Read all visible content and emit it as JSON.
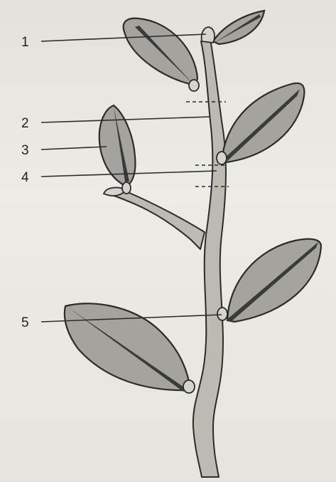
{
  "labels": {
    "l1": "1",
    "l2": "2",
    "l3": "3",
    "l4": "4",
    "l5": "5"
  },
  "colors": {
    "leaf": "#a5a39e",
    "stem": "#bdbab4",
    "outline": "#2b2b2b",
    "paper": "#e9e7e1"
  }
}
